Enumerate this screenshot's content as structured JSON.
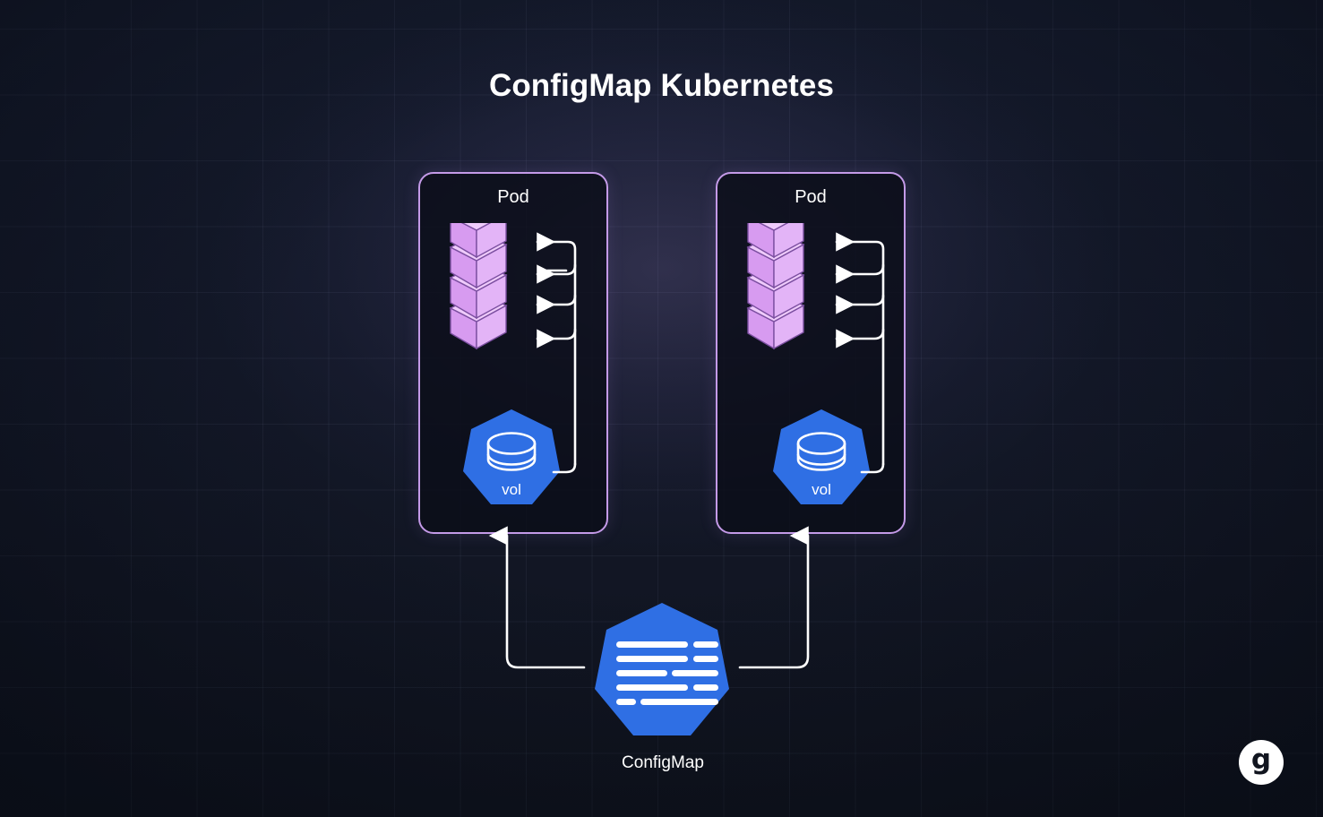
{
  "page": {
    "title": "ConfigMap Kubernetes",
    "background_color": "#141A2B",
    "grid_color": "#A0AFD7",
    "glow_color": "#B096E8"
  },
  "pods": [
    {
      "id": "pod-left",
      "label": "Pod",
      "container_count": 4,
      "container_color": "#DFA9F5",
      "volume": {
        "label": "vol",
        "icon": "database-cylinder-icon",
        "color": "#2F6FE4"
      }
    },
    {
      "id": "pod-right",
      "label": "Pod",
      "container_count": 4,
      "container_color": "#DFA9F5",
      "volume": {
        "label": "vol",
        "icon": "database-cylinder-icon",
        "color": "#2F6FE4"
      }
    }
  ],
  "configmap": {
    "label": "ConfigMap",
    "icon": "config-lines-icon",
    "color": "#2F6FE4",
    "line_rows": 5
  },
  "connectors": {
    "pod_internal_arrow_count": 4,
    "configmap_to_pod_count": 2,
    "color": "#FFFFFF"
  },
  "brand": {
    "logo_glyph": "g",
    "logo_name": "geekflare-logo"
  }
}
